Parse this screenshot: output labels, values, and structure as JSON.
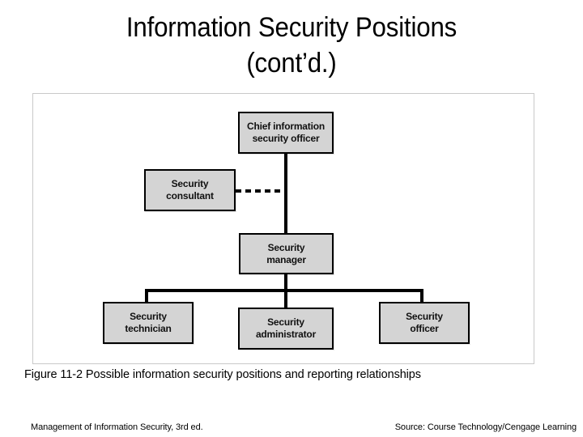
{
  "slide": {
    "title": "Information Security Positions\n(cont’d.)",
    "caption": "Figure 11-2 Possible information security positions and reporting relationships",
    "footer_left": "Management of Information Security, 3rd ed.",
    "footer_right": "Source: Course Technology/Cengage Learning"
  },
  "colors": {
    "node_fill": "#d4d4d4",
    "node_border": "#000000",
    "frame_border": "#c9c9c9",
    "background": "#ffffff",
    "connector": "#000000"
  },
  "chart_data": {
    "type": "diagram",
    "title": "Possible information security positions and reporting relationships",
    "nodes": [
      {
        "id": "ciso",
        "label": "Chief information\nsecurity officer",
        "level": 0
      },
      {
        "id": "consultant",
        "label": "Security\nconsultant",
        "level": 1
      },
      {
        "id": "manager",
        "label": "Security\nmanager",
        "level": 2
      },
      {
        "id": "technician",
        "label": "Security\ntechnician",
        "level": 3
      },
      {
        "id": "administrator",
        "label": "Security\nadministrator",
        "level": 3
      },
      {
        "id": "officer",
        "label": "Security\nofficer",
        "level": 3
      }
    ],
    "edges": [
      {
        "from": "ciso",
        "to": "manager",
        "style": "solid"
      },
      {
        "from": "consultant",
        "to": "ciso",
        "style": "dashed"
      },
      {
        "from": "manager",
        "to": "technician",
        "style": "solid"
      },
      {
        "from": "manager",
        "to": "administrator",
        "style": "solid"
      },
      {
        "from": "manager",
        "to": "officer",
        "style": "solid"
      }
    ]
  }
}
